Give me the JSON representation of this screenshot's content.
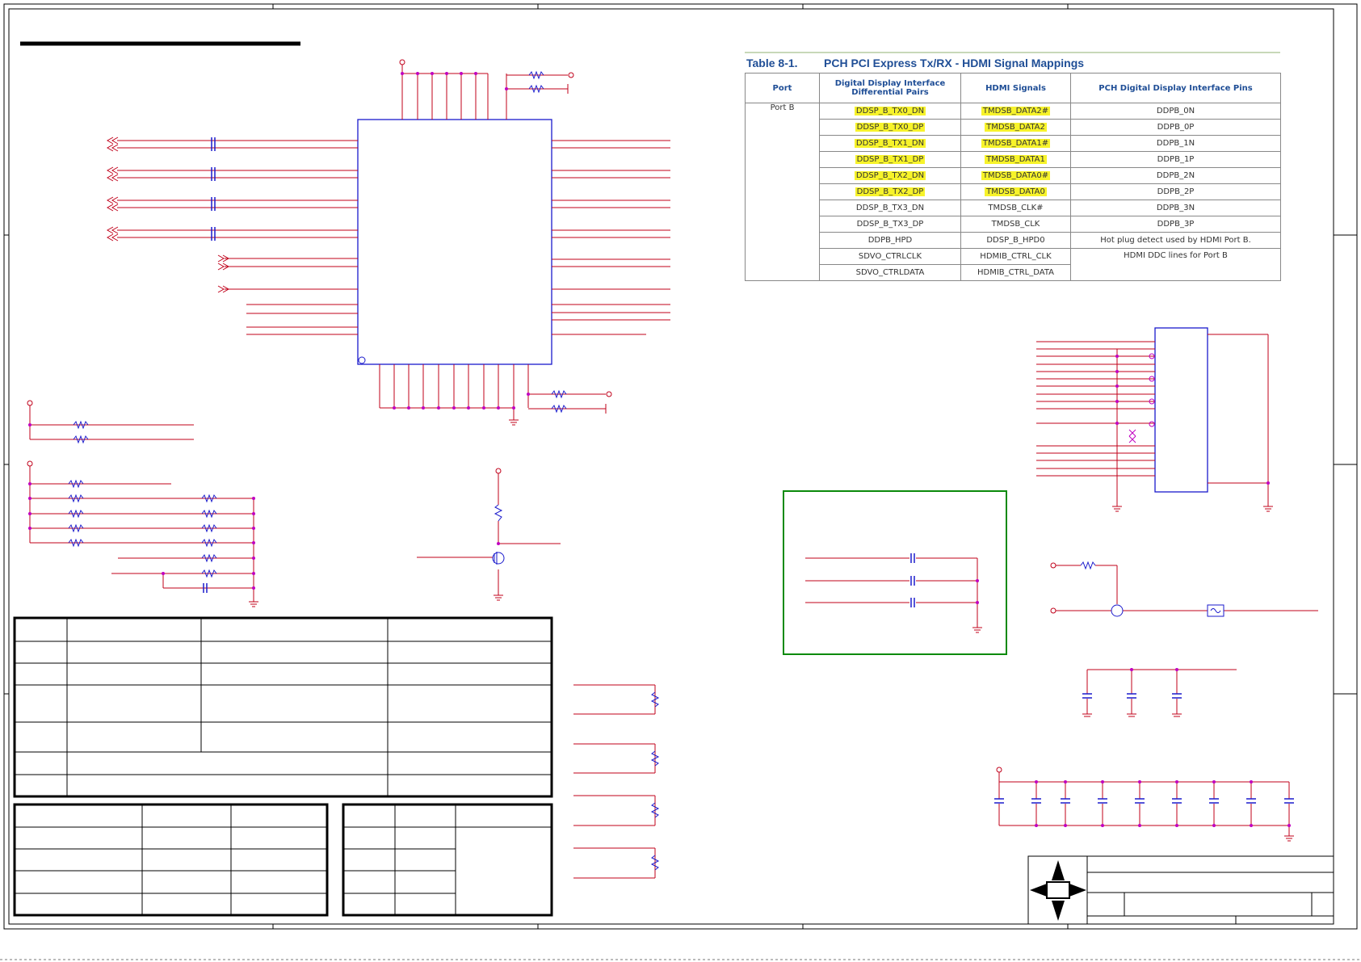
{
  "mapping_table": {
    "number": "Table 8-1.",
    "title": "PCH PCI Express Tx/RX - HDMI Signal Mappings",
    "headers": [
      "Port",
      "Digital Display Interface Differential Pairs",
      "HDMI Signals",
      "PCH Digital Display Interface Pins"
    ],
    "port": "Port B",
    "rows": [
      {
        "ddi": "DDSP_B_TX0_DN",
        "hdmi": "TMDSB_DATA2#",
        "pin": "DDPB_0N",
        "highlight": true
      },
      {
        "ddi": "DDSP_B_TX0_DP",
        "hdmi": "TMDSB_DATA2",
        "pin": "DDPB_0P",
        "highlight": true
      },
      {
        "ddi": "DDSP_B_TX1_DN",
        "hdmi": "TMDSB_DATA1#",
        "pin": "DDPB_1N",
        "highlight": true
      },
      {
        "ddi": "DDSP_B_TX1_DP",
        "hdmi": "TMDSB_DATA1",
        "pin": "DDPB_1P",
        "highlight": true
      },
      {
        "ddi": "DDSP_B_TX2_DN",
        "hdmi": "TMDSB_DATA0#",
        "pin": "DDPB_2N",
        "highlight": true
      },
      {
        "ddi": "DDSP_B_TX2_DP",
        "hdmi": "TMDSB_DATA0",
        "pin": "DDPB_2P",
        "highlight": true
      },
      {
        "ddi": "DDSP_B_TX3_DN",
        "hdmi": "TMDSB_CLK#",
        "pin": "DDPB_3N",
        "highlight": false
      },
      {
        "ddi": "DDSP_B_TX3_DP",
        "hdmi": "TMDSB_CLK",
        "pin": "DDPB_3P",
        "highlight": false
      },
      {
        "ddi": "DDPB_HPD",
        "hdmi": "DDSP_B_HPD0",
        "pin": "Hot plug detect used by HDMI Port B.",
        "highlight": false
      },
      {
        "ddi": "SDVO_CTRLCLK",
        "hdmi": "HDMIB_CTRL_CLK",
        "pin": "HDMI DDC lines for Port B",
        "highlight": false
      },
      {
        "ddi": "SDVO_CTRLDATA",
        "hdmi": "HDMIB_CTRL_DATA",
        "pin": "",
        "highlight": false
      }
    ]
  },
  "colors": {
    "wire": "#c0001a",
    "component": "#1a1acc",
    "junction": "#c000c0",
    "border": "#000000",
    "green_box": "#0a8a0a",
    "highlight": "#f7f32a",
    "table_header": "#1f4e96"
  }
}
